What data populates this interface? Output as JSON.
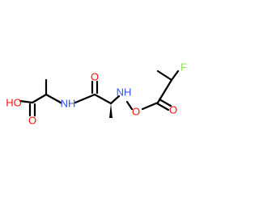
{
  "atoms": {
    "hydroxyl": {
      "text": "HO",
      "color": "#ff0d0d"
    },
    "acid_carbonyl_o": {
      "text": "O",
      "color": "#ff0d0d"
    },
    "amide_n": {
      "text": "NH",
      "color": "#3050f8"
    },
    "amide_carbonyl_o": {
      "text": "O",
      "color": "#ff0d0d"
    },
    "amine_n": {
      "text": "NH",
      "color": "#3050f8"
    },
    "ether_o": {
      "text": "O",
      "color": "#ff0d0d"
    },
    "ester_carbonyl_o": {
      "text": "O",
      "color": "#ff0d0d"
    },
    "fluorine": {
      "text": "F",
      "color": "#90e050"
    }
  },
  "bond_color": "#000000"
}
